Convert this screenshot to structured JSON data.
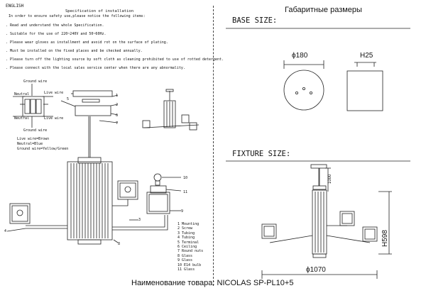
{
  "left": {
    "language": "ENGLISH",
    "spec_title": "Specification of installation",
    "intro": "In order to ensure safety use,please notice the following items:",
    "notes": [
      ". Read and understand the whole Specification.",
      ". Suitable for the use of 220~240V and 50~60Hz.",
      ". Please wear gloves as installment and avoid rot on the surface of plating.",
      ". Must be installed on the fixed places and be checked annually.",
      ". Please turn off the lighting source by soft cloth as cleaning prohibited to use of rotted detergent.",
      ". Please connect with the local sales service center when there are any abnormality."
    ],
    "wiring": {
      "ground_top": "Ground wire",
      "neutral": "Neutral",
      "live": "Live wire",
      "neutral2": "Neutral",
      "live2": "Live wire",
      "ground_bottom": "Ground wire",
      "legend": [
        "Live wire=Brown",
        "Neutral=Blue",
        "Ground wire=Yellow/Green"
      ]
    },
    "callouts": [
      "1",
      "2",
      "3",
      "4",
      "5",
      "6",
      "7",
      "8",
      "9",
      "10",
      "11"
    ],
    "parts": [
      "1 Mounting",
      "2 Screw",
      "3 Tubing",
      "4 Tubing",
      "5 Terminal",
      "6 Ceiling",
      "7 Round nuts",
      "8 Glass",
      "9 Glass",
      "10 E14 bulb",
      "11 Glass"
    ]
  },
  "right": {
    "header": "Габаритные размеры",
    "base_title": "BASE SIZE:",
    "base_diameter": "ϕ180",
    "base_height": "H25",
    "fixture_title": "FIXTURE SIZE:",
    "fixture_chain": "1000",
    "fixture_height": "H598",
    "fixture_diameter": "ϕ1070"
  },
  "footer": "Наименование товара: NICOLAS SP-PL10+5"
}
